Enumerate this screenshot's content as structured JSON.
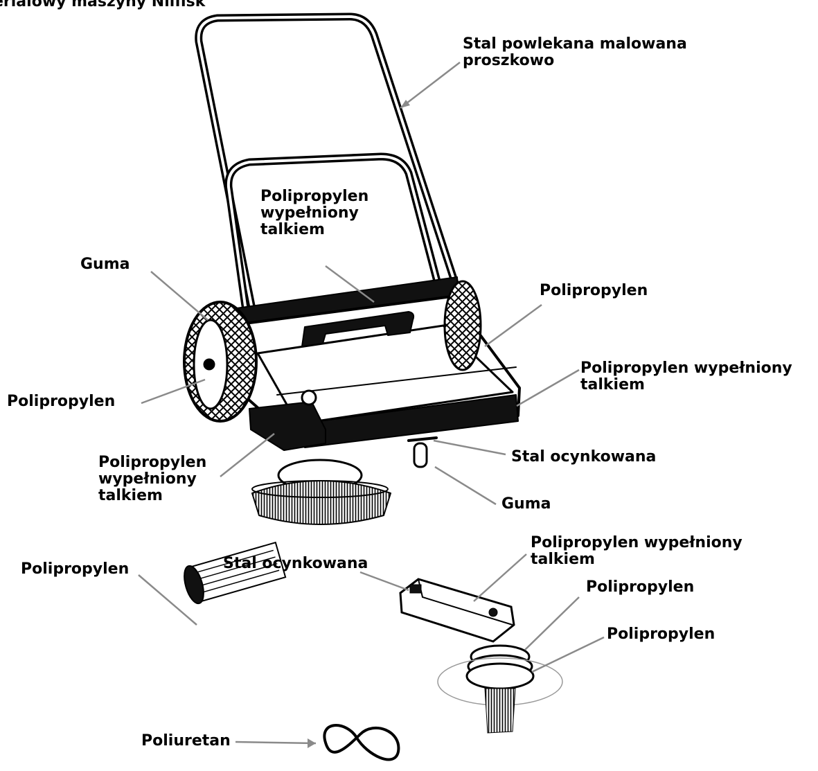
{
  "title": "erialowy maszyny Nilfisk",
  "colors": {
    "ink": "#000000",
    "leader": "#8a8a8a",
    "paper": "#ffffff"
  },
  "labels": {
    "handle": "Stal powlekana malowana\nproszkowo",
    "cover_handle": "Polipropylen\nwypełniony\ntalkiem",
    "wheel_tire": "Guma",
    "body_cover": "Polipropylen",
    "wheel_hub": "Polipropylen",
    "side_right": "Polipropylen wypełniony\ntalkiem",
    "caster_mount": "Stal ocynkowana",
    "arm_left": "Polipropylen\nwypełniony\ntalkiem",
    "caster_wheel": "Guma",
    "roller_brush": "Polipropylen",
    "arm_pin": "Stal ocynkowana",
    "arm_body": "Polipropylen wypełniony\ntalkiem",
    "brush_hub": "Polipropylen",
    "brush_bristles": "Polipropylen",
    "belt": "Poliuretan"
  }
}
